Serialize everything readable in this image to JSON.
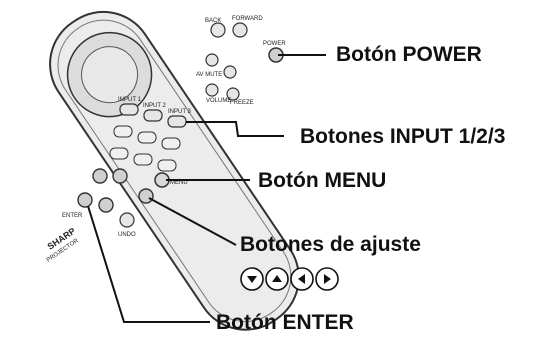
{
  "callouts": {
    "power": "Botón POWER",
    "input": "Botones INPUT 1/2/3",
    "menu": "Botón MENU",
    "adjust": "Botones de ajuste",
    "enter": "Botón ENTER"
  },
  "remote": {
    "brand": "SHARP",
    "model": "PROJECTOR",
    "keys": {
      "back": "BACK",
      "forward": "FORWARD",
      "power": "POWER",
      "av_mute": "AV MUTE",
      "volume": "VOLUME",
      "freeze": "FREEZE",
      "input1": "INPUT 1",
      "input2": "INPUT 2",
      "input3": "INPUT 3",
      "menu": "MENU",
      "enter": "ENTER",
      "undo": "UNDO"
    }
  },
  "adjust_icons": [
    "down-arrow-icon",
    "up-arrow-icon",
    "left-arrow-icon",
    "right-arrow-icon"
  ],
  "colors": {
    "body": "#ebebeb",
    "outline": "#333333",
    "ink": "#111111"
  }
}
